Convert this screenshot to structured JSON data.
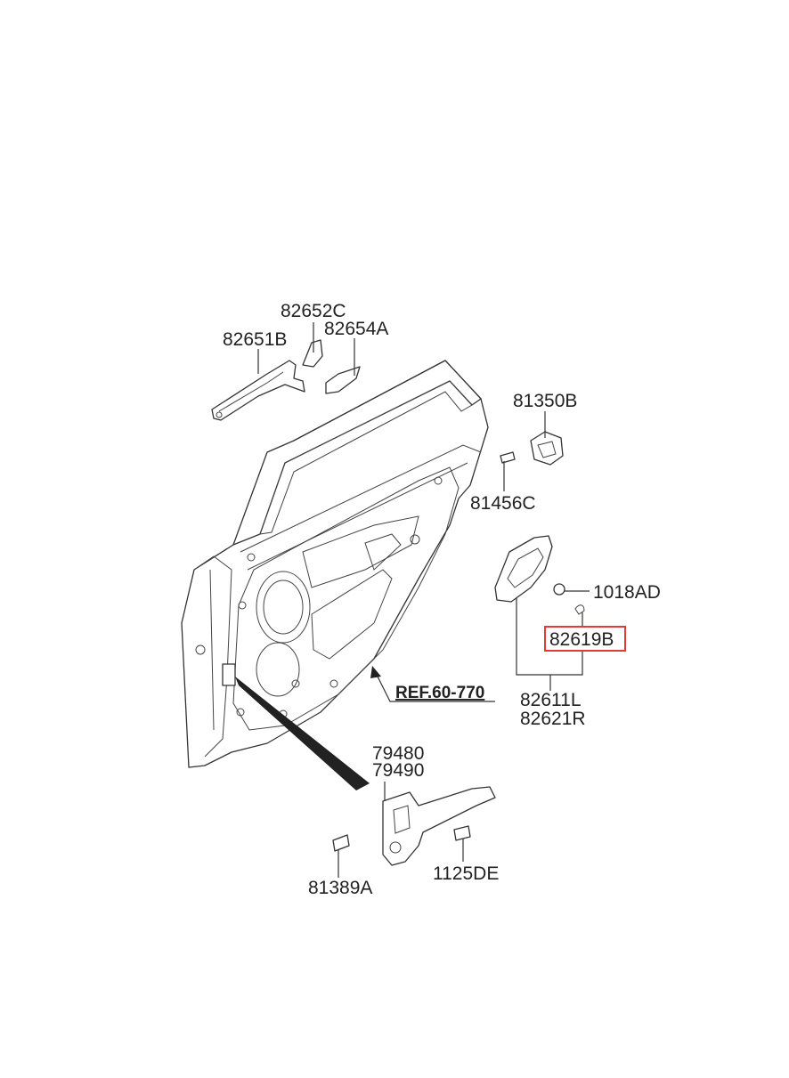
{
  "labels": {
    "p82652C": "82652C",
    "p82651B": "82651B",
    "p82654A": "82654A",
    "p81350B": "81350B",
    "p81456C": "81456C",
    "p1018AD": "1018AD",
    "p82619B": "82619B",
    "p82611L": "82611L",
    "p82621R": "82621R",
    "ref": "REF.60-770",
    "p79480": "79480",
    "p79490": "79490",
    "p81389A": "81389A",
    "p1125DE": "1125DE"
  },
  "highlight": {
    "part": "82619B",
    "color": "#e53935"
  }
}
